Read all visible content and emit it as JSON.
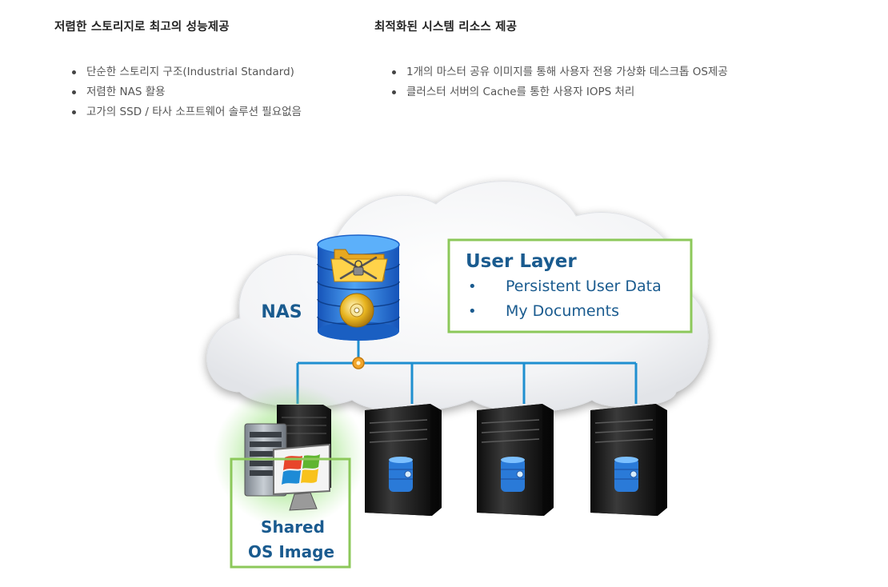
{
  "sections": [
    {
      "title": "저렴한 스토리지로 최고의 성능제공",
      "items": [
        "단순한 스토리지 구조(Industrial Standard)",
        "저렴한 NAS 활용",
        "고가의 SSD / 타사 소프트웨어 솔루션 필요없음"
      ]
    },
    {
      "title": "최적화된 시스템 리소스 제공",
      "items": [
        "1개의 마스터 공유 이미지를 통해 사용자 전용 가상화 데스크톱 OS제공",
        "클러스터 서버의 Cache를 통한 사용자 IOPS 처리"
      ]
    }
  ],
  "diagram": {
    "nas_label": "NAS",
    "user_layer": {
      "title": "User Layer",
      "items": [
        "Persistent User Data",
        "My Documents"
      ],
      "bullet": "•"
    },
    "shared_os": {
      "line1": "Shared",
      "line2": "OS Image"
    },
    "colors": {
      "label_blue": "#1a5b8f",
      "box_border": "#8cc85a",
      "network_line": "#1f8fd0",
      "nas_blue": "#2a7ad8"
    }
  }
}
